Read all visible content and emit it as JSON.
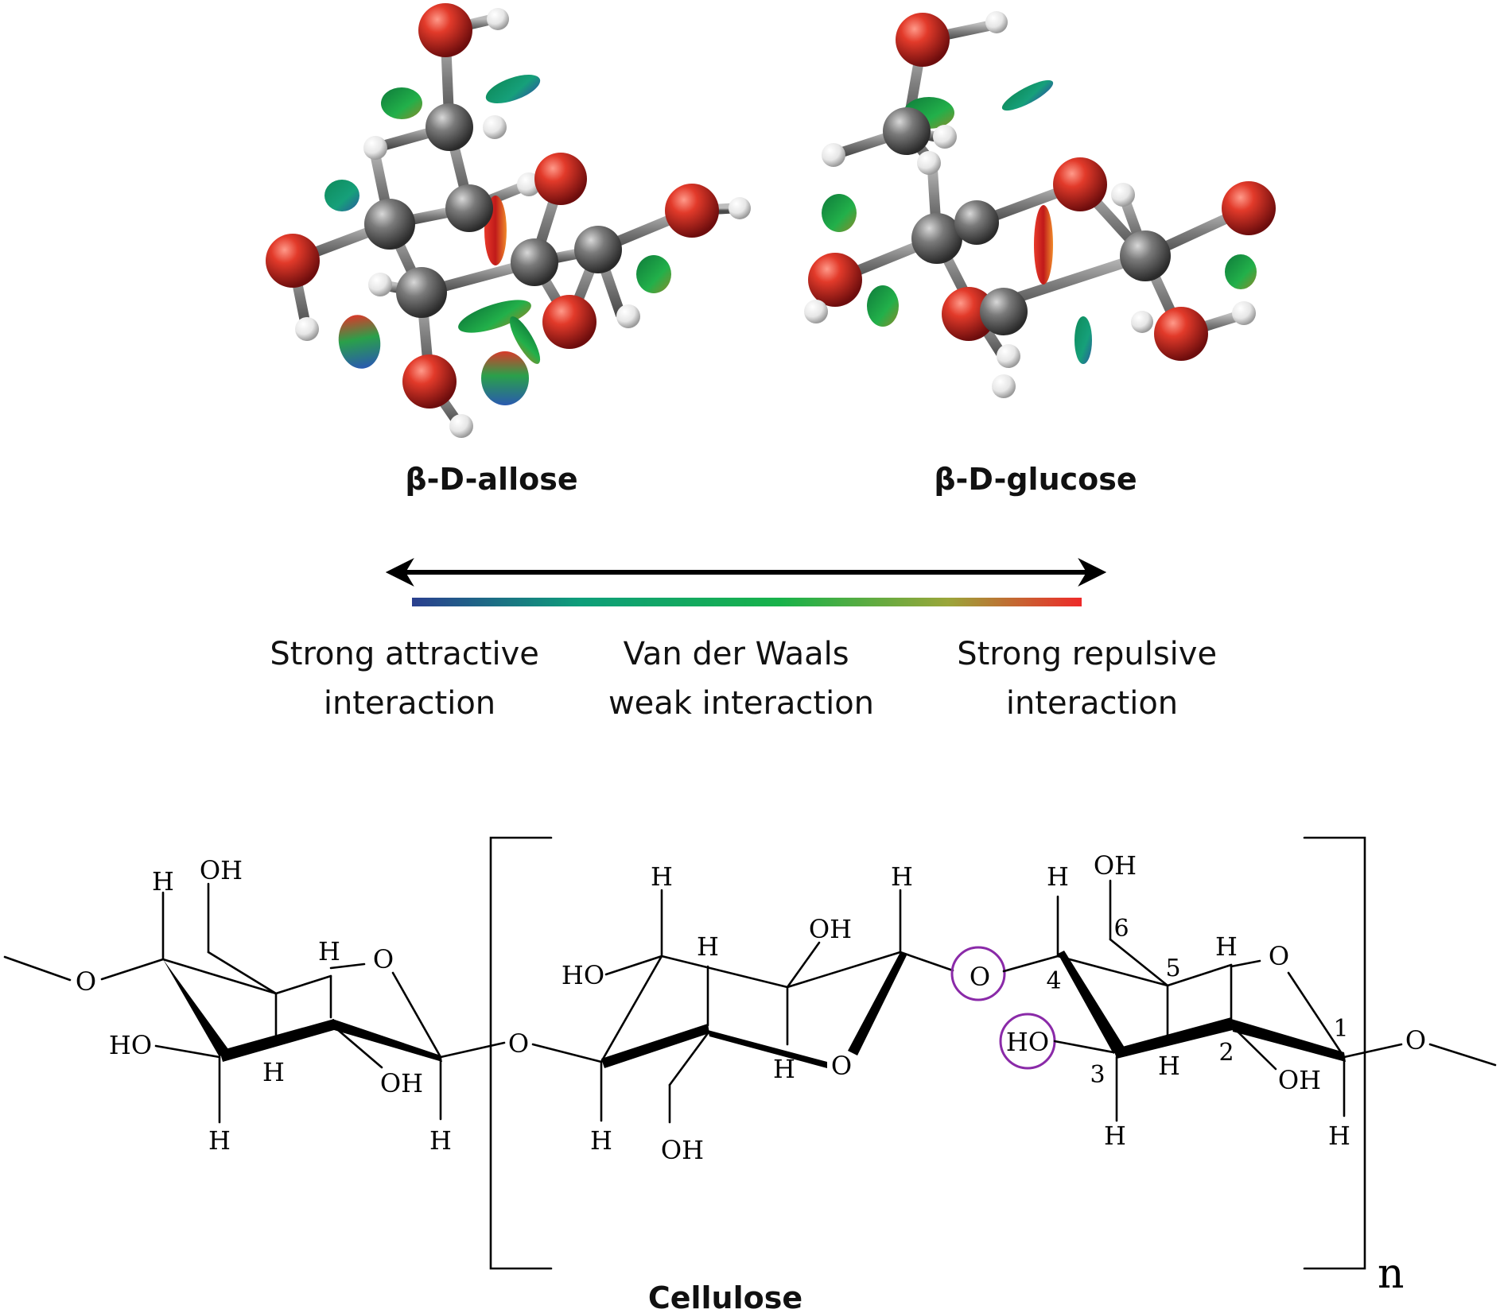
{
  "molecules": [
    {
      "name": "β-D-allose"
    },
    {
      "name": "β-D-glucose"
    }
  ],
  "legend": {
    "gradient_colors": [
      "#2a3f8f",
      "#0e9e7a",
      "#18b24a",
      "#9aa63a",
      "#ee2a2a"
    ],
    "left_label": [
      "Strong attractive",
      "interaction"
    ],
    "center_label": [
      "Van der Waals",
      "weak interaction"
    ],
    "right_label": [
      "Strong repulsive",
      "interaction"
    ]
  },
  "atom_colors": {
    "oxygen": "#c81e1e",
    "carbon": "#5a5a5a",
    "hydrogen": "#f2f2f2"
  },
  "highlight_color": "#8a2aa8",
  "cellulose": {
    "title": "Cellulose",
    "repeat_subscript": "n",
    "labels": {
      "H": "H",
      "OH": "OH",
      "HO": "HO",
      "O": "O",
      "c1": "1",
      "c2": "2",
      "c3": "3",
      "c4": "4",
      "c5": "5",
      "c6": "6"
    }
  }
}
